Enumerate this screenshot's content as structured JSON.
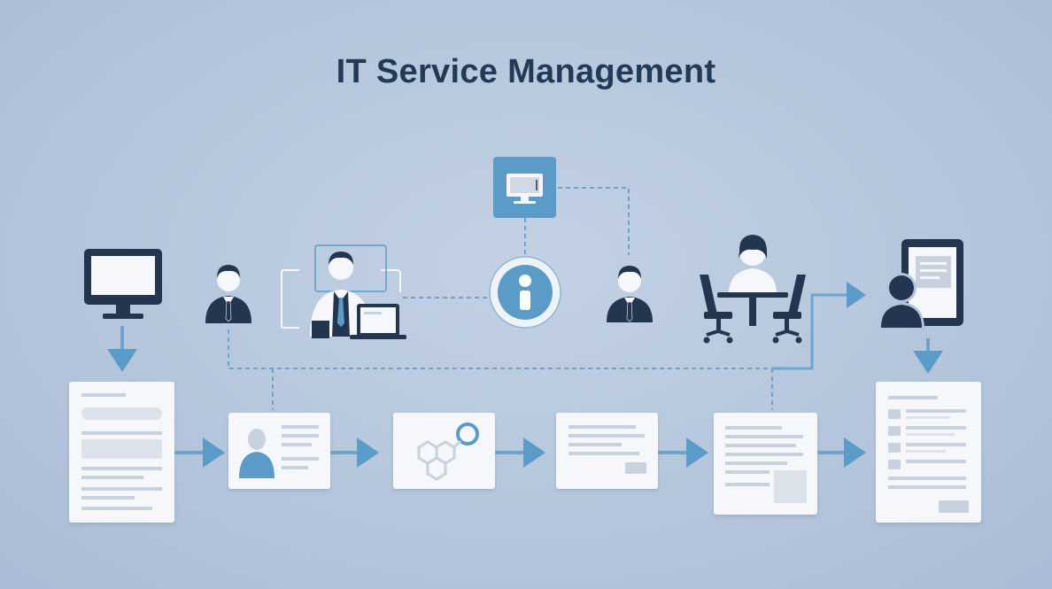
{
  "title": "IT Service Management",
  "colors": {
    "navy": "#24364f",
    "accent": "#5b9bc8",
    "accent_dark": "#4a86b5",
    "line": "#6fa3cc",
    "card": "#f5f7fa",
    "card_line": "#c8d2de",
    "background": "#b3c5dc"
  },
  "icons": {
    "top": "monitor-tile-icon",
    "info": "info-icon",
    "workstation": "computer-monitor-icon",
    "user_left": "businessman-icon",
    "agent": "support-agent-icon",
    "user_right": "businessman-icon",
    "meeting": "meeting-table-icon",
    "tablet_user": "tablet-user-icon"
  },
  "documents": [
    {
      "id": "request-form",
      "kind": "form"
    },
    {
      "id": "user-profile",
      "kind": "profile"
    },
    {
      "id": "workflow",
      "kind": "network"
    },
    {
      "id": "ticket",
      "kind": "text"
    },
    {
      "id": "report",
      "kind": "report"
    },
    {
      "id": "final-record",
      "kind": "checklist"
    }
  ]
}
